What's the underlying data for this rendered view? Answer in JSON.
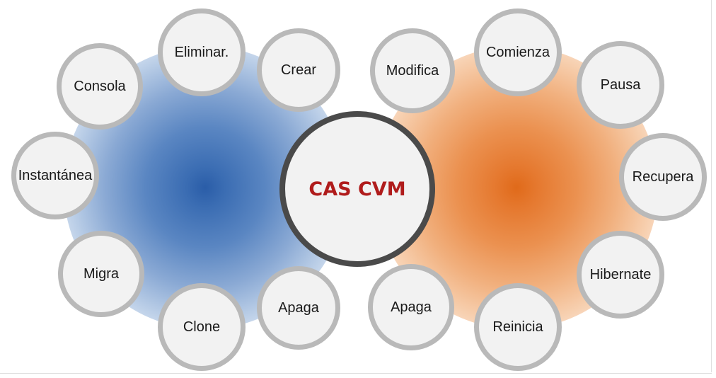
{
  "center": {
    "label": "CAS CVM"
  },
  "colors": {
    "left_glow": "#2a5da8",
    "right_glow": "#e06a1a",
    "center_text": "#b01c1c",
    "node_border": "#b9b9b9",
    "center_border": "#4a4a4a"
  },
  "left_nodes": [
    {
      "label": "Eliminar."
    },
    {
      "label": "Crear"
    },
    {
      "label": "Consola"
    },
    {
      "label": "Instantánea"
    },
    {
      "label": "Migra"
    },
    {
      "label": "Clone"
    },
    {
      "label": "Apaga"
    }
  ],
  "right_nodes": [
    {
      "label": "Modifica"
    },
    {
      "label": "Comienza"
    },
    {
      "label": "Pausa"
    },
    {
      "label": "Recupera"
    },
    {
      "label": "Hibernate"
    },
    {
      "label": "Reinicia"
    },
    {
      "label": "Apaga"
    }
  ]
}
